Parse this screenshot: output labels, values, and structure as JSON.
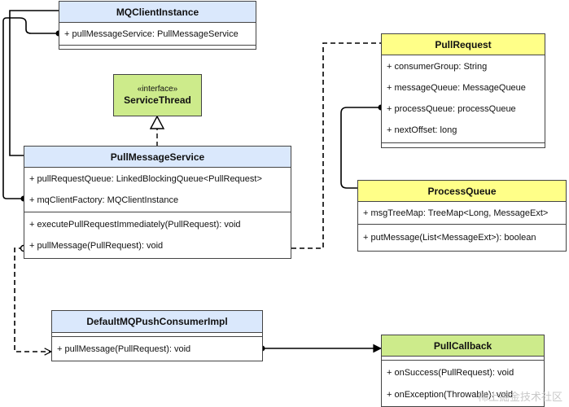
{
  "classes": {
    "mqclient": {
      "name": "MQClientInstance",
      "fields": [
        "+ pullMessageService: PullMessageService"
      ],
      "methods": []
    },
    "service_thread": {
      "stereotype": "«interface»",
      "name": "ServiceThread"
    },
    "pull_message_service": {
      "name": "PullMessageService",
      "fields": [
        "+ pullRequestQueue: LinkedBlockingQueue<PullRequest>",
        "+ mqClientFactory: MQClientInstance"
      ],
      "methods": [
        "+ executePullRequestImmediately(PullRequest): void",
        "+ pullMessage(PullRequest): void"
      ]
    },
    "pull_request": {
      "name": "PullRequest",
      "fields": [
        "+ consumerGroup: String",
        "+ messageQueue: MessageQueue",
        "+ processQueue: processQueue",
        "+ nextOffset: long"
      ],
      "methods": []
    },
    "process_queue": {
      "name": "ProcessQueue",
      "fields": [
        "+ msgTreeMap: TreeMap<Long, MessageExt>"
      ],
      "methods": [
        "+ putMessage(List<MessageExt>): boolean"
      ]
    },
    "default_consumer": {
      "name": "DefaultMQPushConsumerImpl",
      "fields": [],
      "methods": [
        "+ pullMessage(PullRequest): void"
      ]
    },
    "pull_callback": {
      "name": "PullCallback",
      "fields": [],
      "methods": [
        "+ onSuccess(PullRequest): void",
        "+ onException(Throwable): void"
      ]
    }
  },
  "colors": {
    "blue_header": "#dae8fc",
    "yellow_header": "#ffff88",
    "green_header": "#cdeb8b",
    "line": "#000000"
  },
  "watermark": "稀土掘金技术社区"
}
